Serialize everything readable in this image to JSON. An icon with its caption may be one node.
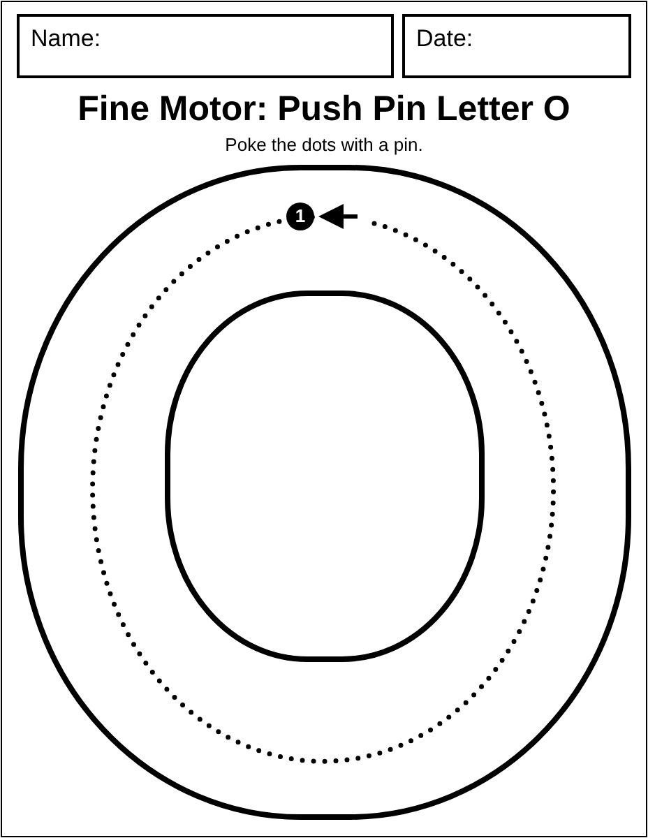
{
  "diagram": {
    "title": "Fine Motor: Push Pin Letter O",
    "nodes": [
      {
        "text": [
          "Name:"
        ]
      },
      {
        "text": [
          "Date:"
        ]
      },
      {
        "text": [
          "1"
        ]
      }
    ],
    "labels": [
      "Poke the dots with a pin."
    ]
  }
}
